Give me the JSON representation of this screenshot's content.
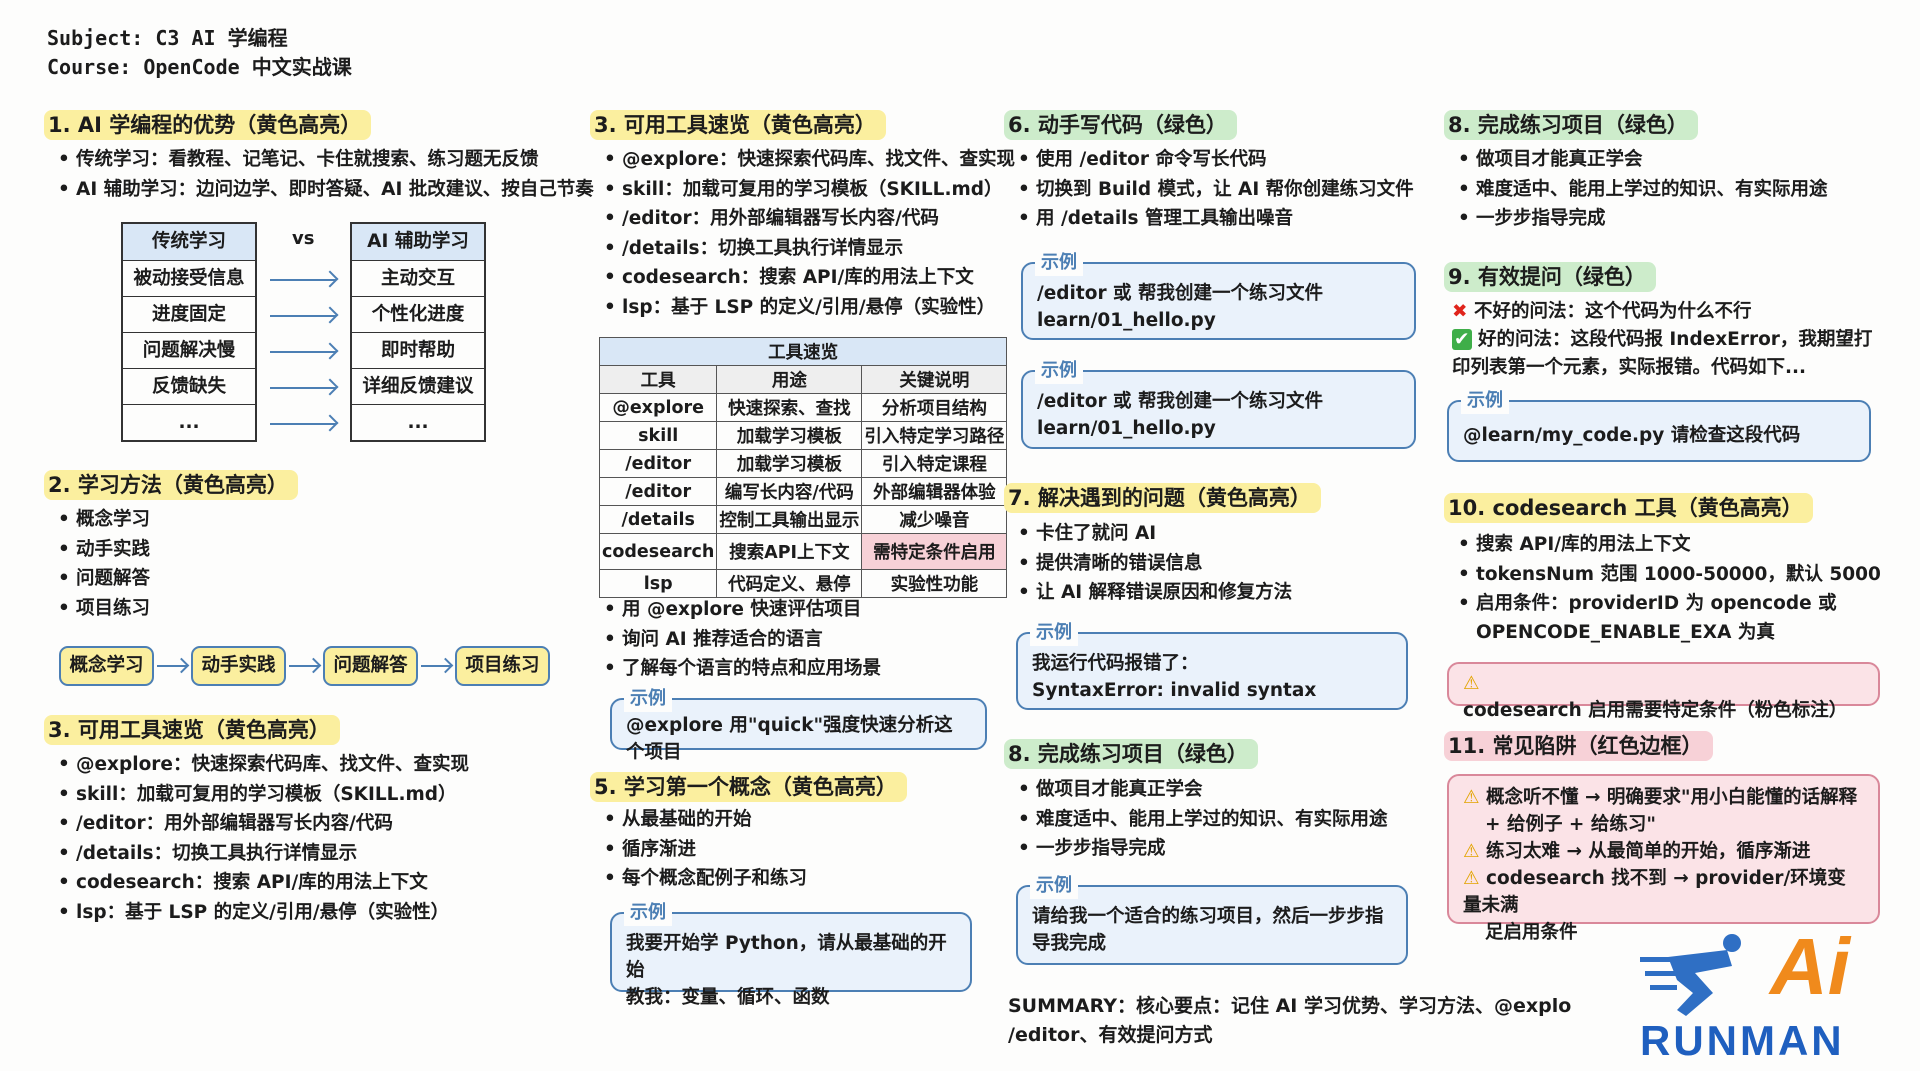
{
  "header": {
    "subject": "Subject: C3 AI 学编程",
    "course": "Course:  OpenCode 中文实战课"
  },
  "s1": {
    "title": "1. AI 学编程的优势（黄色高亮）",
    "bullets": [
      "传统学习：看教程、记笔记、卡住就搜索、练习题无反馈",
      "AI 辅助学习：边问边学、即时答疑、AI 批改建议、按自己节奏"
    ],
    "compare": {
      "vs": "vs",
      "left": [
        "传统学习",
        "被动接受信息",
        "进度固定",
        "问题解决慢",
        "反馈缺失",
        "..."
      ],
      "right": [
        "AI 辅助学习",
        "主动交互",
        "个性化进度",
        "即时帮助",
        "详细反馈建议",
        "..."
      ]
    }
  },
  "s2": {
    "title": "2. 学习方法（黄色高亮）",
    "bullets": [
      "概念学习",
      "动手实践",
      "问题解答",
      "项目练习"
    ],
    "flow": [
      "概念学习",
      "动手实践",
      "问题解答",
      "项目练习"
    ]
  },
  "s3a": {
    "title": "3. 可用工具速览（黄色高亮）",
    "bullets": [
      "@explore：快速探索代码库、找文件、查实现",
      "skill：加载可复用的学习模板（SKILL.md）",
      "/editor：用外部编辑器写长内容/代码",
      "/details：切换工具执行详情显示",
      "codesearch：搜索 API/库的用法上下文",
      "lsp：基于 LSP 的定义/引用/悬停（实验性）"
    ]
  },
  "s3": {
    "title": "3. 可用工具速览（黄色高亮）",
    "bullets": [
      "@explore：快速探索代码库、找文件、查实现",
      "skill：加载可复用的学习模板（SKILL.md）",
      "/editor：用外部编辑器写长内容/代码",
      "/details：切换工具执行详情显示",
      "codesearch：搜索 API/库的用法上下文",
      "lsp：基于 LSP 的定义/引用/悬停（实验性）"
    ],
    "table": {
      "title": "工具速览",
      "headers": [
        "工具",
        "用途",
        "关键说明"
      ],
      "rows": [
        [
          "@explore",
          "快速探索、查找",
          "分析项目结构"
        ],
        [
          "skill",
          "加载学习模板",
          "引入特定学习路径"
        ],
        [
          "/editor",
          "加载学习模板",
          "引入特定课程"
        ],
        [
          "/editor",
          "编写长内容/代码",
          "外部编辑器体验"
        ],
        [
          "/details",
          "控制工具输出显示",
          "减少噪音"
        ],
        [
          "codesearch",
          "搜索API上下文",
          "需特定条件启用"
        ],
        [
          "lsp",
          "代码定义、悬停",
          "实验性功能"
        ]
      ],
      "highlight_color": "#f7d1d7"
    },
    "bullets2": [
      "用 @explore 快速评估项目",
      "询问 AI 推荐适合的语言",
      "了解每个语言的特点和应用场景"
    ],
    "example": {
      "label": "示例",
      "text": "@explore 用\"quick\"强度快速分析这个项目"
    }
  },
  "s5": {
    "title": "5. 学习第一个概念（黄色高亮）",
    "bullets": [
      "从最基础的开始",
      "循序渐进",
      "每个概念配例子和练习"
    ],
    "example": {
      "label": "示例",
      "lines": [
        "我要开始学 Python，请从最基础的开始",
        "教我：变量、循环、函数"
      ]
    }
  },
  "s6": {
    "title": "6. 动手写代码（绿色）",
    "bullets": [
      "使用 /editor 命令写长代码",
      "切换到 Build 模式，让 AI 帮你创建练习文件",
      "用 /details 管理工具输出噪音"
    ],
    "examples": [
      {
        "label": "示例",
        "lines": [
          "/editor 或 帮我创建一个练习文件",
          "learn/01_hello.py"
        ]
      },
      {
        "label": "示例",
        "lines": [
          "/editor 或 帮我创建一个练习文件",
          "learn/01_hello.py"
        ]
      }
    ]
  },
  "s7": {
    "title": "7. 解决遇到的问题（黄色高亮）",
    "bullets": [
      "卡住了就问 AI",
      "提供清晰的错误信息",
      "让 AI 解释错误原因和修复方法"
    ],
    "example": {
      "label": "示例",
      "lines": [
        "我运行代码报错了：",
        "SyntaxError: invalid syntax"
      ]
    }
  },
  "s8b": {
    "title": "8. 完成练习项目（绿色）",
    "bullets": [
      "做项目才能真正学会",
      "难度适中、能用上学过的知识、有实际用途",
      "一步步指导完成"
    ],
    "example": {
      "label": "示例",
      "lines": [
        "请给我一个适合的练习项目，然后一步步指",
        "导我完成"
      ]
    }
  },
  "summary": {
    "lines": [
      "SUMMARY：核心要点：记住 AI 学习优势、学习方法、@explo",
      "/editor、有效提问方式"
    ]
  },
  "s8": {
    "title": "8. 完成练习项目（绿色）",
    "bullets": [
      "做项目才能真正学会",
      "难度适中、能用上学过的知识、有实际用途",
      "一步步指导完成"
    ]
  },
  "s9": {
    "title": "9. 有效提问（绿色）",
    "bad": "不好的问法：这个代码为什么不行",
    "good": "好的问法：这段代码报 IndexError，我期望打",
    "good2": "印列表第一个元素，实际报错。代码如下...",
    "example": {
      "label": "示例",
      "text": "@learn/my_code.py 请检查这段代码"
    }
  },
  "s10": {
    "title": "10. codesearch 工具（黄色高亮）",
    "bullets": [
      "搜索 API/库的用法上下文",
      "tokensNum 范围 1000-50000，默认 5000",
      "启用条件：providerID 为 opencode 或"
    ],
    "cont": "OPENCODE_ENABLE_EXA 为真",
    "note": "codesearch 启用需要特定条件（粉色标注）"
  },
  "s11": {
    "title": "11. 常见陷阱（红色边框）",
    "items": [
      [
        "概念听不懂 → 明确要求\"用小白能懂的话解释",
        "+ 给例子 + 给练习\""
      ],
      [
        "练习太难 → 从最简单的开始，循序渐进"
      ],
      [
        "codesearch 找不到 → provider/环境变量未满",
        "足启用条件"
      ]
    ]
  },
  "logo": {
    "top": "Ai",
    "bottom": "RUNMAN"
  },
  "colors": {
    "yellow": "#fbef9f",
    "green": "#cdeccb",
    "pink": "#f7d1d7",
    "blue": "#4c7fb4"
  },
  "icons": {
    "bad": "cross-mark-icon",
    "good": "check-mark-icon",
    "warning": "warning-icon"
  }
}
